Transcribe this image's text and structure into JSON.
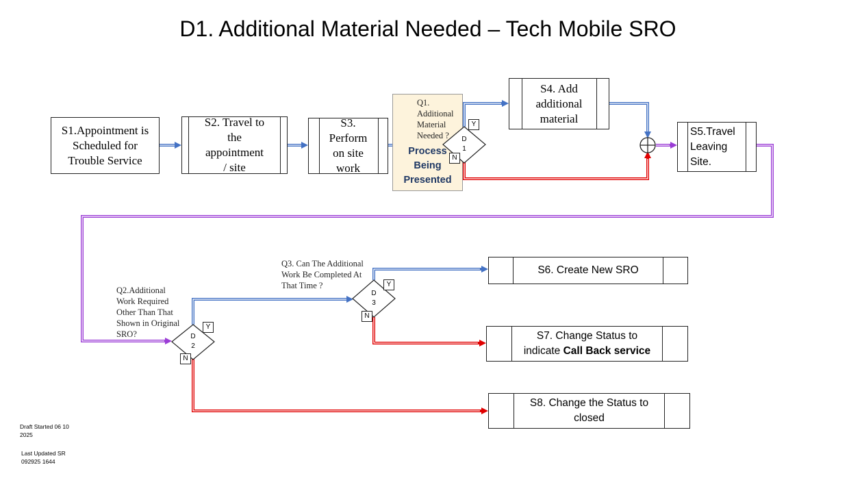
{
  "title": "D1. Additional Material Needed – Tech Mobile SRO",
  "steps": {
    "s1": "S1.Appointment is\nScheduled for\nTrouble Service",
    "s2": "S2. Travel to\nthe\nappointment\n/ site",
    "s3": "S3.\nPerform\non site\nwork",
    "s4": "S4. Add\nadditional\nmaterial",
    "s5": "S5.Travel\nLeaving\nSite.",
    "s6": "S6. Create New SRO",
    "s7_line1": "S7. Change Status to",
    "s7_prefix": "indicate ",
    "s7_bold": "Call Back service",
    "s8": "S8. Change the Status to\nclosed"
  },
  "decisions": {
    "q1": "Q1.\nAdditional\nMaterial\nNeeded ?",
    "q2": "Q2.Additional\nWork Required\nOther Than That\nShown in Original\nSRO?",
    "q3": "Q3. Can The Additional\nWork Be Completed At\nThat Time ?",
    "d1_line1": "D",
    "d1_line2": "1",
    "d2_line1": "D",
    "d2_line2": "2",
    "d3_line1": "D",
    "d3_line2": "3",
    "yes": "Y",
    "no": "N"
  },
  "overlay": "Process\nBeing\nPresented",
  "footer": {
    "draft": "Draft Started 06 10\n2025",
    "updated": "Last Updated SR\n092925 1644"
  },
  "colors": {
    "yes_path": "#4472c4",
    "no_path": "#e00000",
    "continue_path": "#9b3dd6",
    "overlay_fill": "#fdf3dc",
    "overlay_text": "#1f3864"
  }
}
